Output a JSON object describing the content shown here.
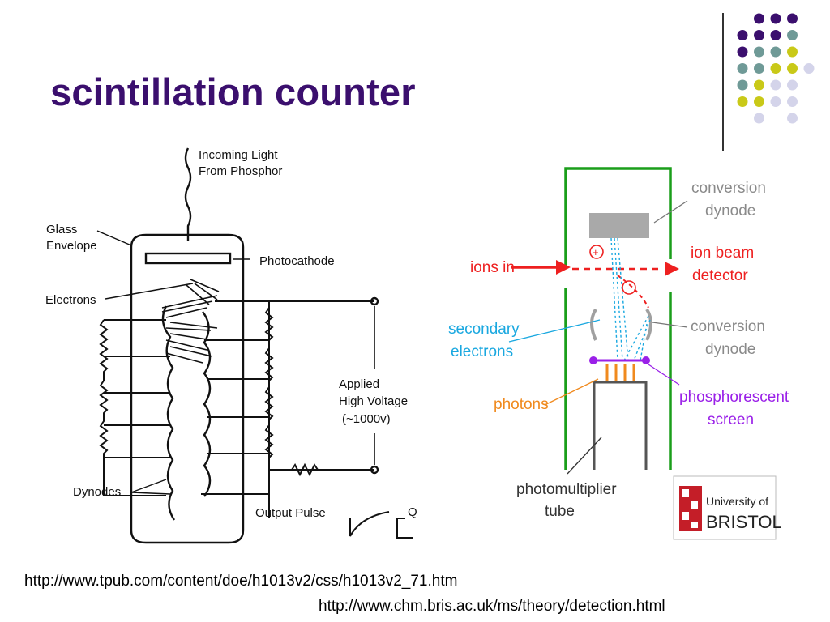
{
  "slide": {
    "title": "scintillation counter",
    "colors": {
      "title": "#3b0f6e",
      "dot_purple": "#3b0f6e",
      "dot_teal": "#6f9a97",
      "dot_yellow": "#c9c918",
      "dot_lavender": "#d4d4ea"
    }
  },
  "left_diagram": {
    "labels": {
      "incoming_light_1": "Incoming Light",
      "incoming_light_2": "From Phosphor",
      "glass_1": "Glass",
      "glass_2": "Envelope",
      "photocathode": "Photocathode",
      "electrons": "Electrons",
      "applied_1": "Applied",
      "applied_2": "High Voltage",
      "applied_3": "(~1000v)",
      "dynodes": "Dynodes",
      "output_pulse": "Output Pulse",
      "output_q": "Q"
    }
  },
  "right_diagram": {
    "labels": {
      "conversion_dynode_top_1": "conversion",
      "conversion_dynode_top_2": "dynode",
      "ions_in": "ions in",
      "ion_beam_1": "ion beam",
      "ion_beam_2": "detector",
      "secondary_1": "secondary",
      "secondary_2": "electrons",
      "conversion_dynode_bottom_1": "conversion",
      "conversion_dynode_bottom_2": "dynode",
      "photons": "photons",
      "phosphorescent_1": "phosphorescent",
      "phosphorescent_2": "screen",
      "pmt_1": "photomultiplier",
      "pmt_2": "tube"
    },
    "colors": {
      "frame": "#1a9e1a",
      "ions": "#ee2020",
      "electrons": "#1aa8e0",
      "photons": "#f08a1e",
      "screen": "#9a20e8"
    }
  },
  "logo": {
    "line1": "University of",
    "line2": "BRISTOL"
  },
  "sources": {
    "url1": "http://www.tpub.com/content/doe/h1013v2/css/h1013v2_71.htm",
    "url2": "http://www.chm.bris.ac.uk/ms/theory/detection.html"
  }
}
